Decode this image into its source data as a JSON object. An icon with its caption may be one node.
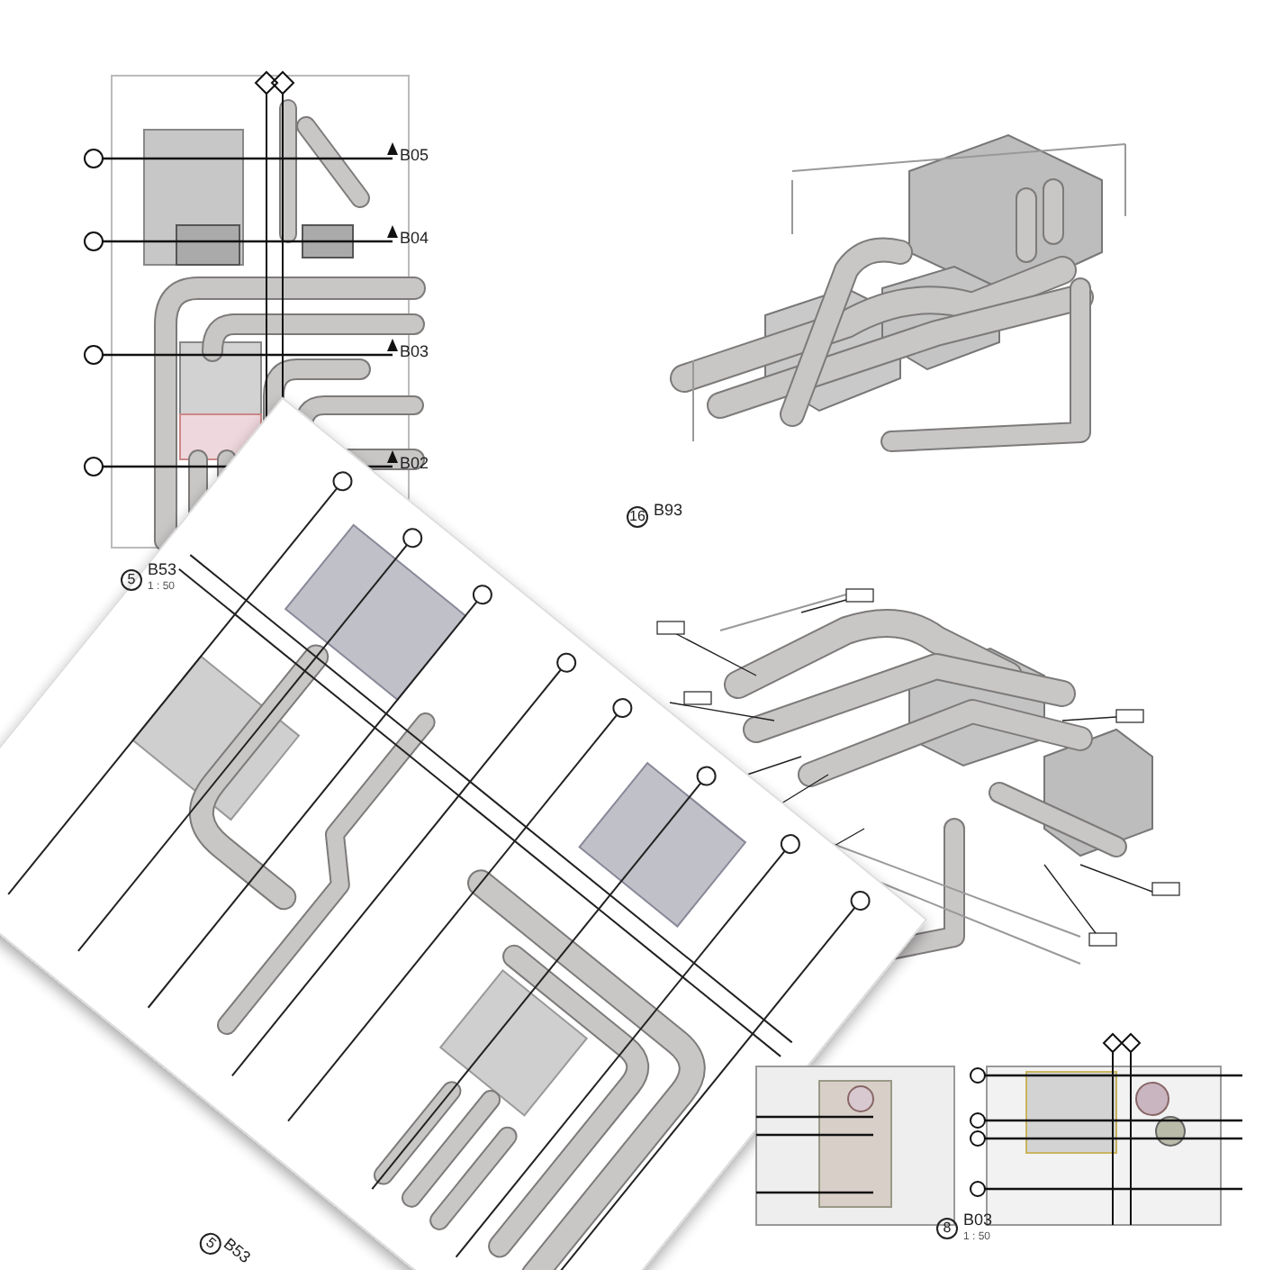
{
  "diagram": {
    "labels": [
      "B05",
      "B04",
      "B03",
      "B02",
      "5",
      "B53",
      "1 : 50",
      "16",
      "B93",
      "5",
      "B53",
      "8",
      "B03",
      "1 : 50"
    ]
  }
}
